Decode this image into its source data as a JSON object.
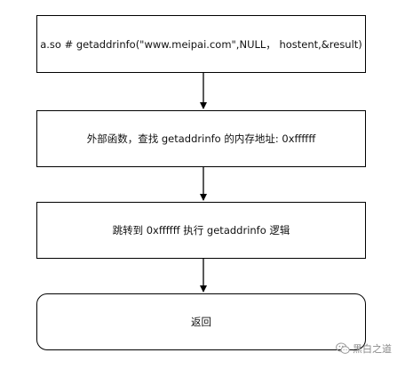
{
  "diagram": {
    "steps": [
      {
        "id": "step-1",
        "text": "a.so # getaddrinfo(\"www.meipai.com\",NULL， hostent,&result)"
      },
      {
        "id": "step-2",
        "text": "外部函数，查找 getaddrinfo 的内存地址: 0xffffff"
      },
      {
        "id": "step-3",
        "text": "跳转到 0xffffff 执行 getaddrinfo 逻辑"
      },
      {
        "id": "step-4",
        "text": "返回"
      }
    ],
    "colors": {
      "stroke": "#000000",
      "background": "#ffffff"
    }
  },
  "watermark": {
    "text": "黑白之道",
    "icon": "wechat-icon"
  }
}
